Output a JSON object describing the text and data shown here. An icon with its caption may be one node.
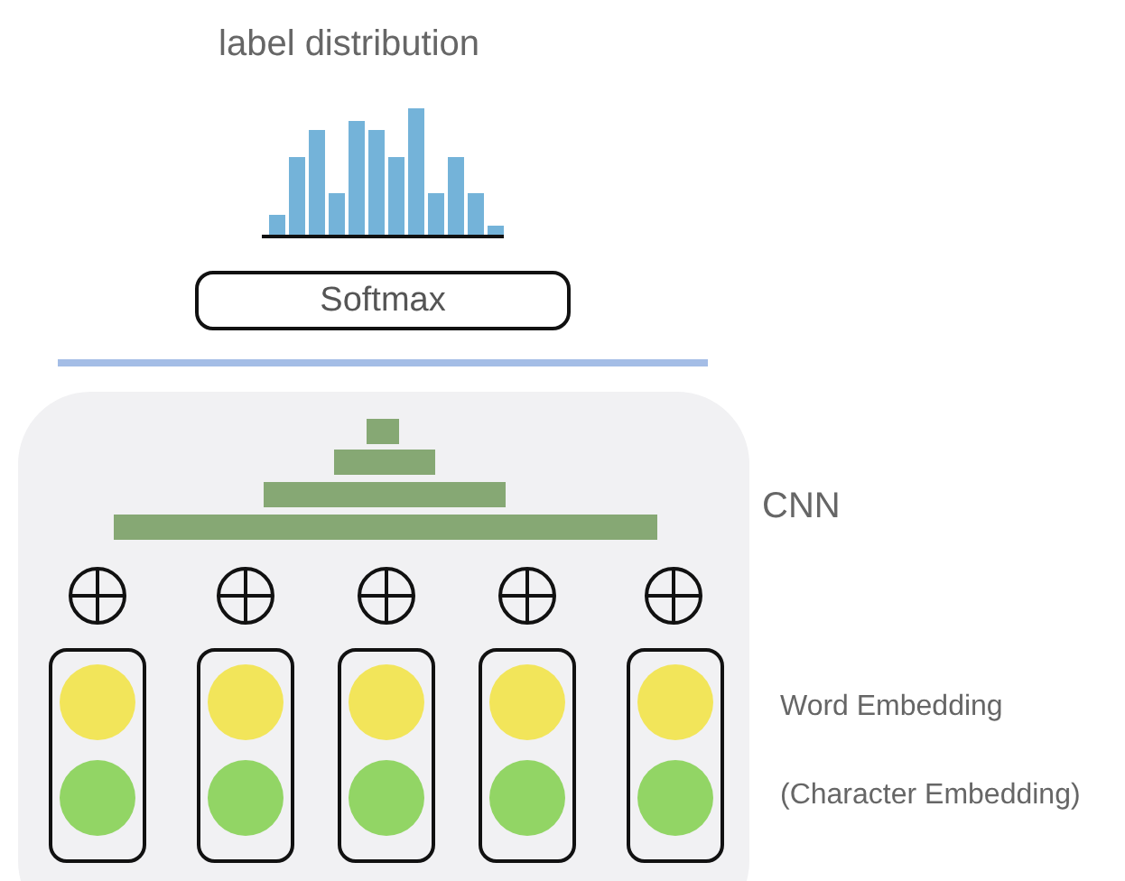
{
  "diagram": {
    "nodes": [
      {
        "text": [
          "Softmax"
        ]
      }
    ],
    "labels": [
      "label distribution",
      "CNN",
      "Word Embedding",
      "(Character Embedding)"
    ]
  }
}
